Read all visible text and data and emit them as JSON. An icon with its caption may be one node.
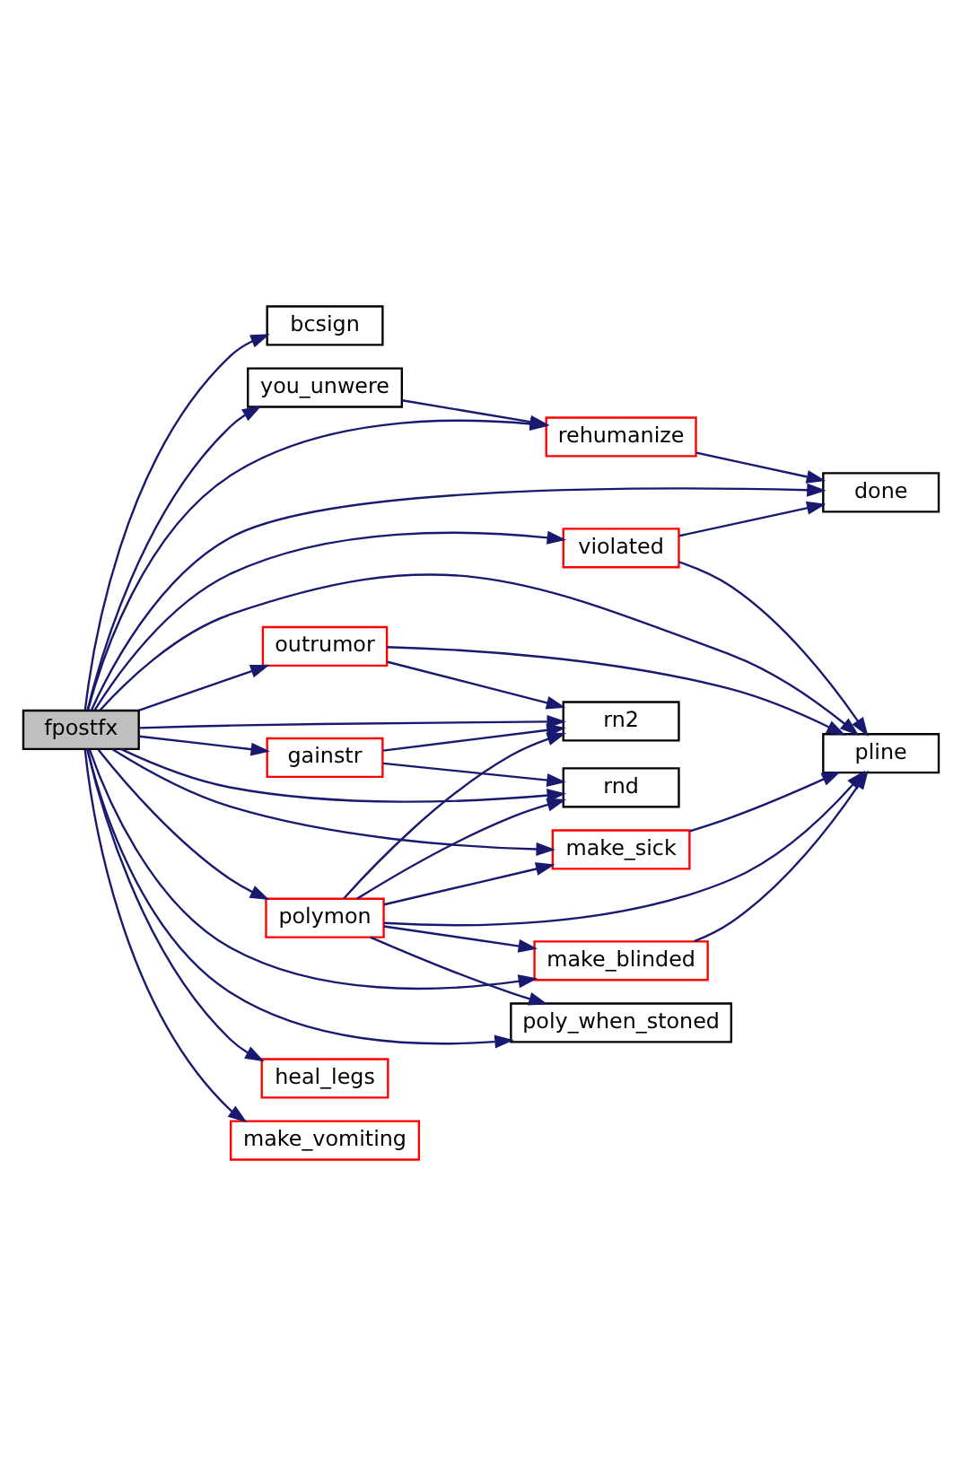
{
  "diagram": {
    "nodes": [
      {
        "text": [
          "fpostfx"
        ]
      },
      {
        "text": [
          "bcsign"
        ]
      },
      {
        "text": [
          "you_unwere"
        ]
      },
      {
        "text": [
          "rehumanize"
        ]
      },
      {
        "text": [
          "done"
        ]
      },
      {
        "text": [
          "violated"
        ]
      },
      {
        "text": [
          "pline"
        ]
      },
      {
        "text": [
          "outrumor"
        ]
      },
      {
        "text": [
          "make_blinded"
        ]
      },
      {
        "text": [
          "make_sick"
        ]
      },
      {
        "text": [
          "polymon"
        ]
      },
      {
        "text": [
          "rn2"
        ]
      },
      {
        "text": [
          "gainstr"
        ]
      },
      {
        "text": [
          "poly_when_stoned"
        ]
      },
      {
        "text": [
          "rnd"
        ]
      },
      {
        "text": [
          "heal_legs"
        ]
      },
      {
        "text": [
          "make_vomiting"
        ]
      }
    ],
    "edges": [
      {
        "from": 0,
        "to": 1,
        "arrow": "to"
      },
      {
        "from": 0,
        "to": 2,
        "arrow": "to"
      },
      {
        "from": 0,
        "to": 3,
        "arrow": "to"
      },
      {
        "from": 0,
        "to": 4,
        "arrow": "to"
      },
      {
        "from": 0,
        "to": 5,
        "arrow": "to"
      },
      {
        "from": 0,
        "to": 6,
        "arrow": "to"
      },
      {
        "from": 0,
        "to": 8,
        "arrow": "to"
      },
      {
        "from": 0,
        "to": 7,
        "arrow": "to"
      },
      {
        "from": 0,
        "to": 9,
        "arrow": "to"
      },
      {
        "from": 0,
        "to": 10,
        "arrow": "to"
      },
      {
        "from": 0,
        "to": 11,
        "arrow": "to"
      },
      {
        "from": 0,
        "to": 12,
        "arrow": "to"
      },
      {
        "from": 0,
        "to": 13,
        "arrow": "to"
      },
      {
        "from": 0,
        "to": 14,
        "arrow": "to"
      },
      {
        "from": 0,
        "to": 15,
        "arrow": "to"
      },
      {
        "from": 0,
        "to": 16,
        "arrow": "to"
      },
      {
        "from": 2,
        "to": 3,
        "arrow": "to"
      },
      {
        "from": 3,
        "to": 4,
        "arrow": "to"
      },
      {
        "from": 5,
        "to": 4,
        "arrow": "to"
      },
      {
        "from": 5,
        "to": 6,
        "arrow": "to"
      },
      {
        "from": 7,
        "to": 6,
        "arrow": "to"
      },
      {
        "from": 7,
        "to": 11,
        "arrow": "to"
      },
      {
        "from": 8,
        "to": 6,
        "arrow": "to"
      },
      {
        "from": 9,
        "to": 6,
        "arrow": "to"
      },
      {
        "from": 10,
        "to": 8,
        "arrow": "to"
      },
      {
        "from": 10,
        "to": 9,
        "arrow": "to"
      },
      {
        "from": 10,
        "to": 6,
        "arrow": "to"
      },
      {
        "from": 10,
        "to": 11,
        "arrow": "to"
      },
      {
        "from": 10,
        "to": 13,
        "arrow": "to"
      },
      {
        "from": 10,
        "to": 14,
        "arrow": "to"
      },
      {
        "from": 12,
        "to": 11,
        "arrow": "to"
      },
      {
        "from": 12,
        "to": 14,
        "arrow": "to"
      }
    ]
  }
}
